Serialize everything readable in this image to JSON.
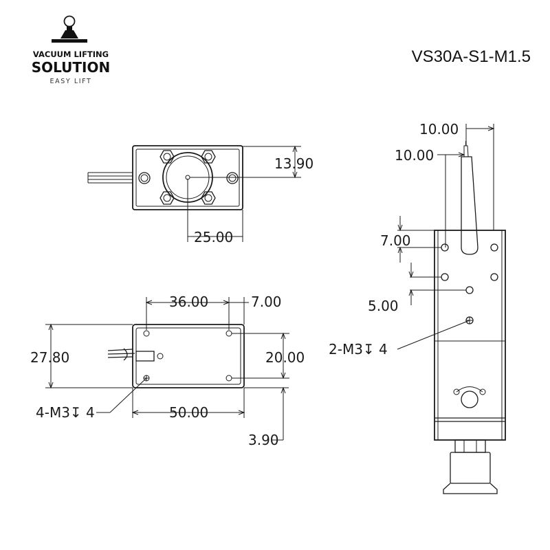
{
  "brand": {
    "line1": "VACUUM LIFTING",
    "line2": "SOLUTION",
    "tagline": "EASY LIFT"
  },
  "model": "VS30A-S1-M1.5",
  "dimensions": {
    "top_view": {
      "height_right": "13.90",
      "center_width": "25.00"
    },
    "front_view": {
      "hole_spacing": "36.00",
      "edge_offset": "7.00",
      "overall_height": "27.80",
      "hole_height": "20.00",
      "thread_note": "4-M3↧ 4",
      "overall_width": "50.00",
      "bottom_offset": "3.90"
    },
    "side_view": {
      "top_width_a": "10.00",
      "top_width_b": "10.00",
      "hole_offset": "7.00",
      "center_offset": "5.00",
      "thread_note": "2-M3↧ 4"
    }
  }
}
